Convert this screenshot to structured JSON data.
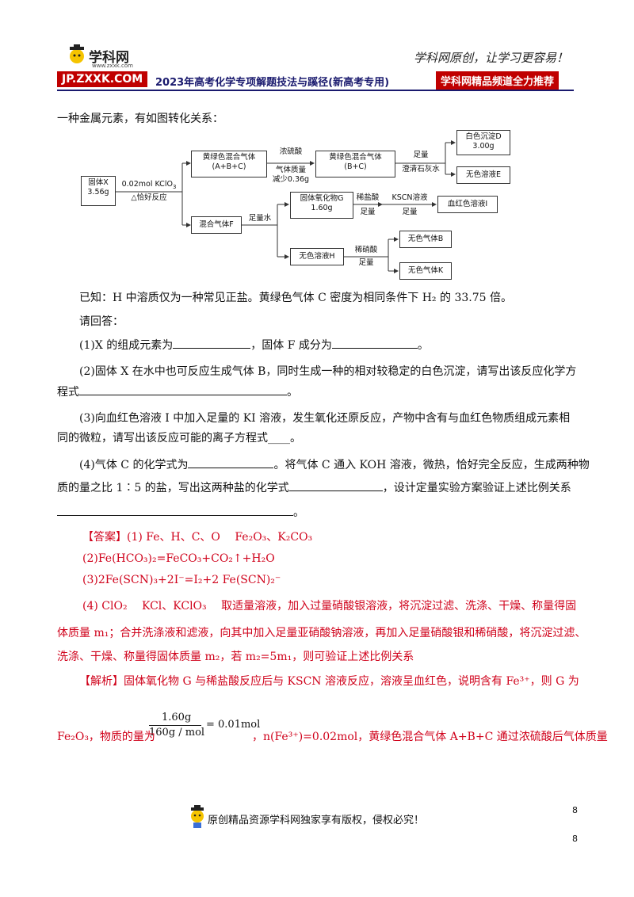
{
  "header": {
    "logo": "学科网",
    "logo_sub": "www.zxxk.com",
    "url": "JP.ZXXK.COM",
    "banner": "2023年高考化学专项解题技法与蹊径(新高考专用)",
    "recommend": "学科网精品频道全力推荐",
    "slogan": "学科网原创，让学习更容易！"
  },
  "intro": "一种金属元素，有如图转化关系：",
  "diagram": {
    "solid_x": "固体X",
    "solid_x_mass": "3.56g",
    "reagent1": "0.02mol KClO",
    "reagent1_sub": "3",
    "cond1": "△恰好反应",
    "yellow_mix": "黄绿色混合气体",
    "yellow_mix_sub": "(A+B+C)",
    "conc_acid": "浓硫酸",
    "mass_loss1": "气体质量",
    "mass_loss2": "减少0.36g",
    "yellow_mix2": "黄绿色混合气体",
    "yellow_mix2_sub": "(B+C)",
    "excess": "足量",
    "limewater": "澄清石灰水",
    "white_ppt": "白色沉淀D",
    "white_ppt_mass": "3.00g",
    "colorless_sol_e": "无色溶液E",
    "mix_gas_f": "混合气体F",
    "water_excess": "足量水",
    "oxide_g": "固体氧化物G",
    "oxide_g_mass": "1.60g",
    "dil_hcl": "稀盐酸",
    "dil_hcl_amt": "足量",
    "kscn": "KSCN溶液",
    "kscn_amt": "足量",
    "blood_red": "血红色溶液I",
    "colorless_h": "无色溶液H",
    "dil_hno3": "稀硝酸",
    "dil_hno3_amt": "足量",
    "gas_b": "无色气体B",
    "gas_k": "无色气体K"
  },
  "known": "已知：H 中溶质仅为一种常见正盐。黄绿色气体 C 密度为相同条件下 H₂ 的 33.75 倍。",
  "ask": "请回答：",
  "q1a": "(1)X 的组成元素为",
  "q1b": "，固体 F 成分为",
  "q1c": "。",
  "q2a": "(2)固体 X 在水中也可反应生成气体 B，同时生成一种的相对较稳定的白色沉淀，请写出该反应化学方",
  "q2b": "程式",
  "q2c": "。",
  "q3a": "(3)向血红色溶液 I 中加入足量的 KI 溶液，发生氧化还原反应，产物中含有与血红色物质组成元素相",
  "q3b": "同的微粒，请写出该反应可能的离子方程式____。",
  "q4a": "(4)气体 C 的化学式为",
  "q4b": "。将气体 C 通入 KOH 溶液，微热，恰好完全反应，生成两种物",
  "q4c": "质的量之比 1∶5 的盐，写出这两种盐的化学式",
  "q4d": "，设计定量实验方案验证上述比例关系",
  "q4e": "。",
  "answer": {
    "tag": "【答案】",
    "a1": "(1) Fe、H、C、O　 Fe₂O₃、K₂CO₃",
    "a2": "(2)Fe(HCO₃)₂=FeCO₃+CO₂↑+H₂O",
    "a3": "(3)2Fe(SCN)₃+2I⁻=I₂+2 Fe(SCN)₂⁻",
    "a4": "(4) ClO₂　 KCl、KClO₃　 取适量溶液，加入过量硝酸银溶液，将沉淀过滤、洗涤、干燥、称量得固",
    "a5": "体质量 m₁；合并洗涤液和滤液，向其中加入足量亚硝酸钠溶液，再加入足量硝酸银和稀硝酸，将沉淀过滤、",
    "a6": "洗涤、干燥、称量得固体质量 m₂，若 m₂=5m₁，则可验证上述比例关系"
  },
  "analysis": {
    "tag": "【解析】",
    "line1": "固体氧化物 G 与稀盐酸反应后与 KSCN 溶液反应，溶液呈血红色，说明含有 Fe³⁺，则 G 为",
    "frac_num": "1.60g",
    "frac_den": "160g / mol",
    "frac_res": "= 0.01mol",
    "line2a": "Fe₂O₃，物质的量为",
    "line2b": "，n(Fe³⁺)=0.02mol，黄绿色混合气体 A+B+C 通过浓硫酸后气体质量"
  },
  "footer": {
    "copyright": "原创精品资源学科网独家享有版权，侵权必究！",
    "page1": "8",
    "page2": "8"
  }
}
